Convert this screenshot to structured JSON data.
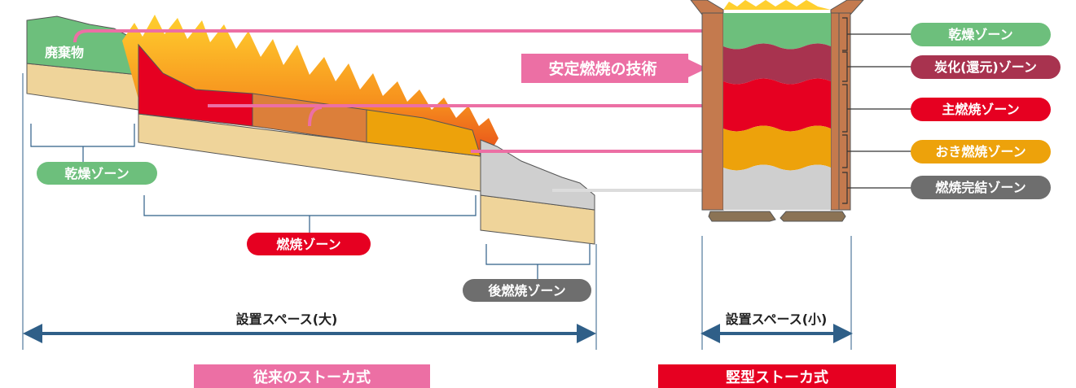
{
  "colors": {
    "green": "#6dbf7c",
    "crimson": "#a8334f",
    "red": "#e60021",
    "orange": "#eda20b",
    "gray": "#6e6e6e",
    "pink": "#ec6fa4",
    "blue": "#2f5f88",
    "wall": "#c47a4e",
    "sand": "#efd49a",
    "ash": "#cfcfcf"
  },
  "conventional": {
    "waste_label": "廃棄物",
    "dry_zone": "乾燥ゾーン",
    "burn_zone": "燃焼ゾーン",
    "post_burn_zone": "後燃焼ゾーン",
    "space_label": "設置スペース(大)",
    "title": "従来のストーカ式"
  },
  "vertical": {
    "zones": [
      {
        "label": "乾燥ゾーン",
        "color": "#6dbf7c"
      },
      {
        "label": "炭化(還元)ゾーン",
        "color": "#a8334f"
      },
      {
        "label": "主燃焼ゾーン",
        "color": "#e60021"
      },
      {
        "label": "おき燃焼ゾーン",
        "color": "#eda20b"
      },
      {
        "label": "燃焼完結ゾーン",
        "color": "#6e6e6e"
      }
    ],
    "space_label": "設置スペース(小)",
    "title": "竪型ストーカ式"
  },
  "tech_label": "安定燃焼の技術"
}
